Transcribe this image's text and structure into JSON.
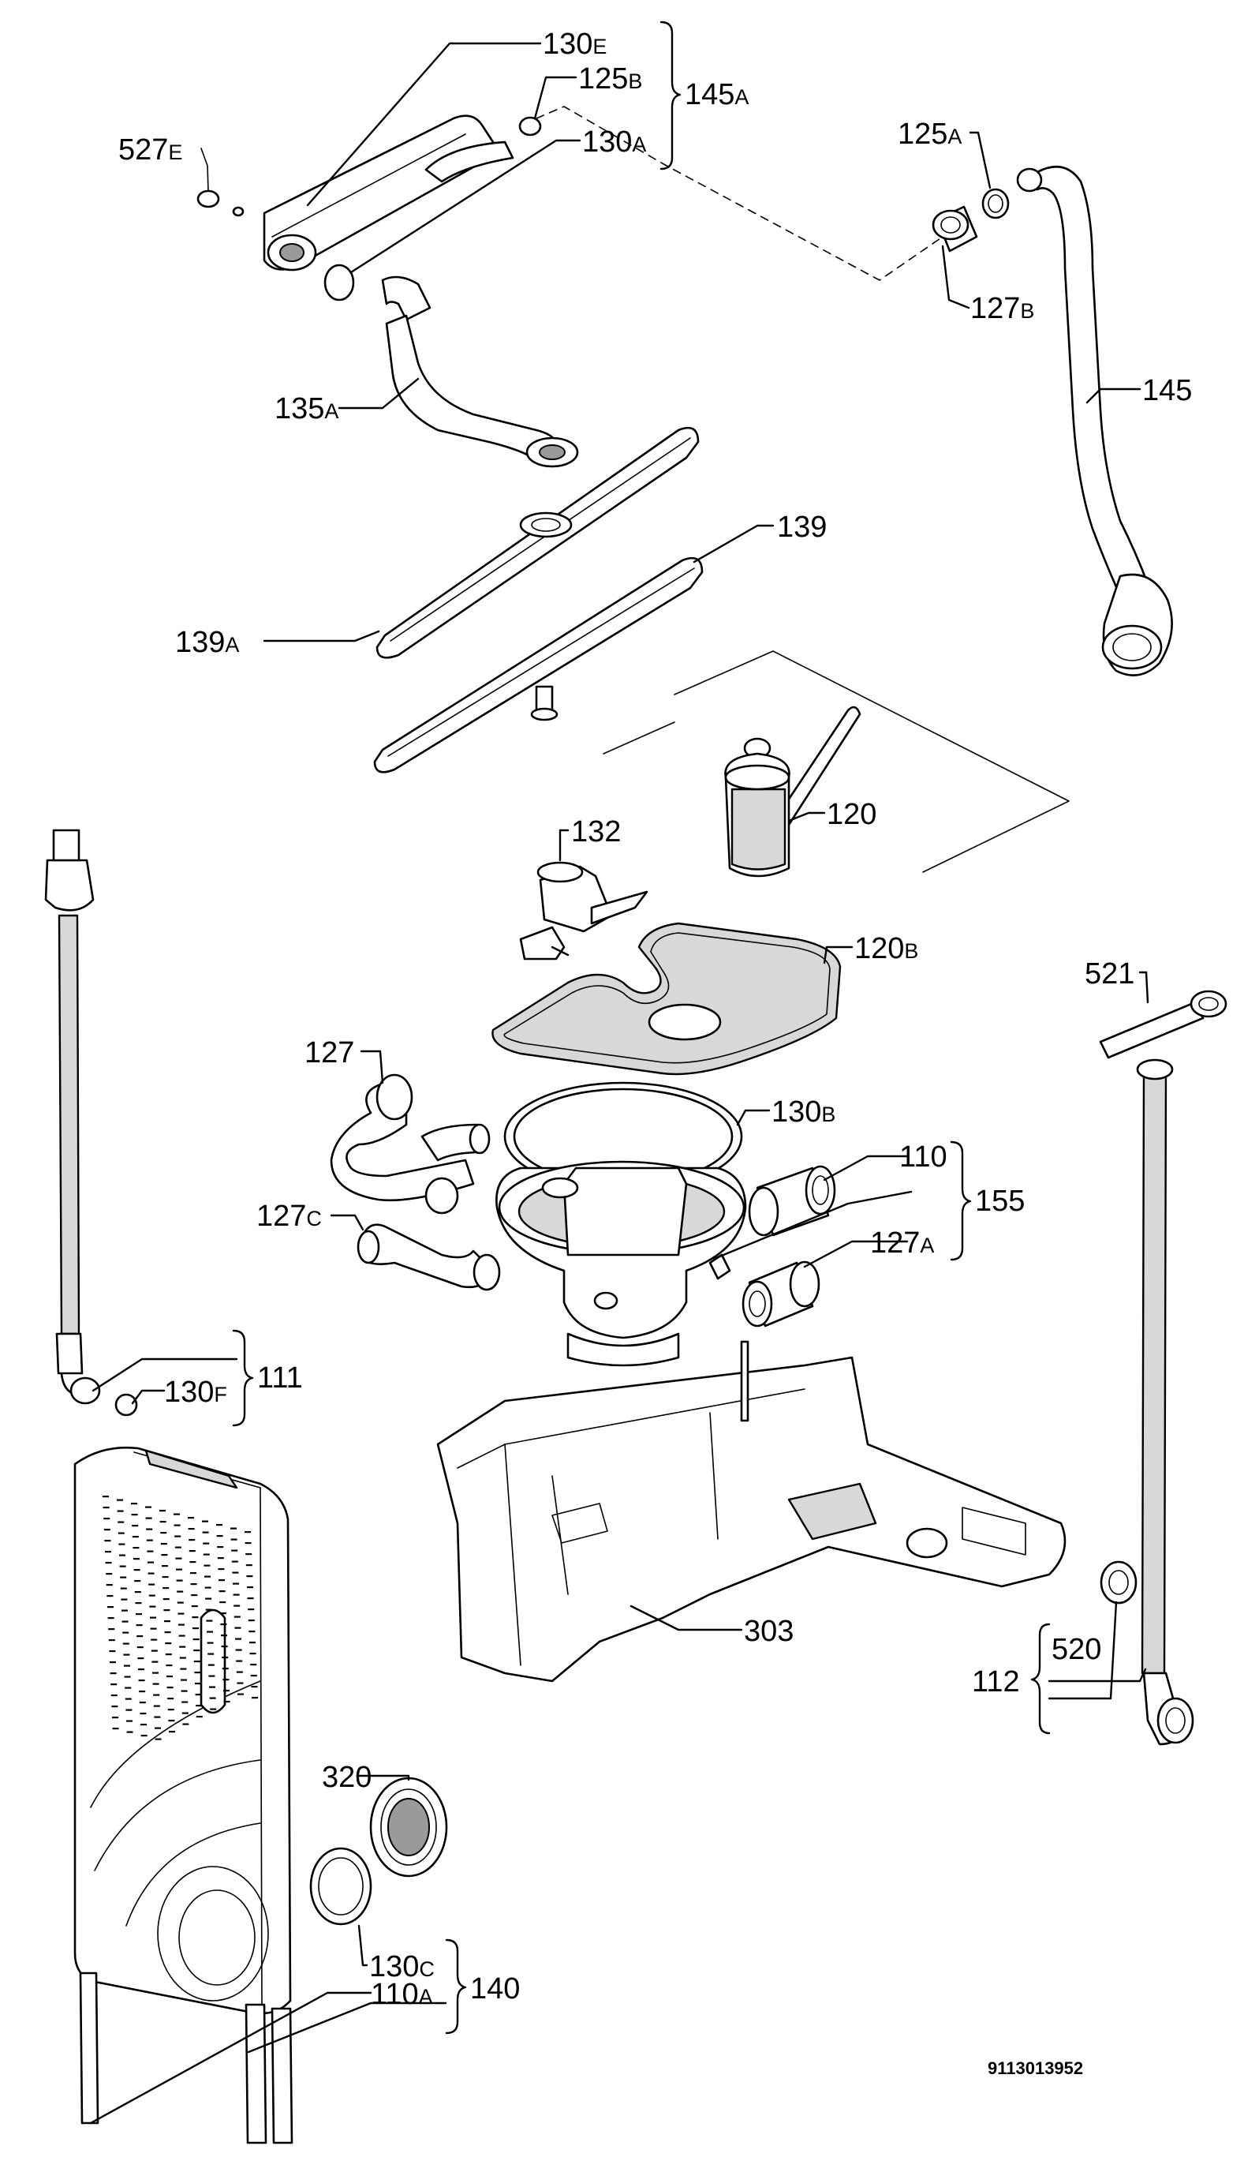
{
  "labels": {
    "l130e": {
      "num": "130",
      "suf": "E"
    },
    "l125b": {
      "num": "125",
      "suf": "B"
    },
    "l130a": {
      "num": "130",
      "suf": "A"
    },
    "l145a": {
      "num": "145",
      "suf": "A"
    },
    "l527e": {
      "num": "527",
      "suf": "E"
    },
    "l125a": {
      "num": "125",
      "suf": "A"
    },
    "l127b": {
      "num": "127",
      "suf": "B"
    },
    "l145": {
      "num": "145",
      "suf": ""
    },
    "l135a": {
      "num": "135",
      "suf": "A"
    },
    "l139": {
      "num": "139",
      "suf": ""
    },
    "l139a": {
      "num": "139",
      "suf": "A"
    },
    "l132": {
      "num": "132",
      "suf": ""
    },
    "l120": {
      "num": "120",
      "suf": ""
    },
    "l120b": {
      "num": "120",
      "suf": "B"
    },
    "l521": {
      "num": "521",
      "suf": ""
    },
    "l127": {
      "num": "127",
      "suf": ""
    },
    "l130b": {
      "num": "130",
      "suf": "B"
    },
    "l110": {
      "num": "110",
      "suf": ""
    },
    "l155": {
      "num": "155",
      "suf": ""
    },
    "l127c": {
      "num": "127",
      "suf": "C"
    },
    "l127a": {
      "num": "127",
      "suf": "A"
    },
    "l111": {
      "num": "111",
      "suf": ""
    },
    "l130f": {
      "num": "130",
      "suf": "F"
    },
    "l303": {
      "num": "303",
      "suf": ""
    },
    "l112": {
      "num": "112",
      "suf": ""
    },
    "l520": {
      "num": "520",
      "suf": ""
    },
    "l320": {
      "num": "320",
      "suf": ""
    },
    "l130c": {
      "num": "130",
      "suf": "C"
    },
    "l140": {
      "num": "140",
      "suf": ""
    },
    "l110a": {
      "num": "110",
      "suf": "A"
    }
  },
  "document_number": "9113013952"
}
